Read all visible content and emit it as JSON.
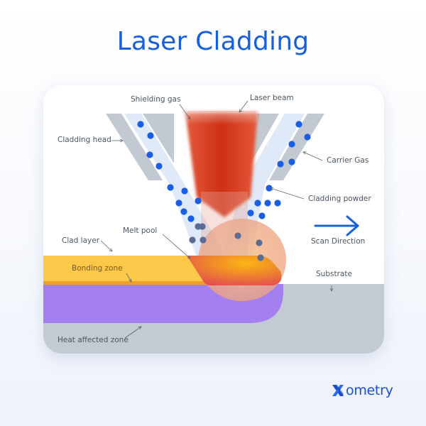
{
  "title": "Laser Cladding",
  "labels": {
    "shielding_gas": "Shielding gas",
    "laser_beam": "Laser beam",
    "cladding_head": "Cladding head",
    "carrier_gas": "Carrier Gas",
    "cladding_powder": "Cladding powder",
    "melt_pool": "Melt pool",
    "clad_layer": "Clad layer",
    "scan_direction": "Scan Direction",
    "bonding_zone": "Bonding zone",
    "substrate": "Substrate",
    "heat_affected_zone": "Heat affected zone"
  },
  "logo": {
    "brand": "ometry",
    "full_name": "Xometry",
    "mark": "X"
  },
  "colors": {
    "title": "#1660db",
    "laser": "#d8361f",
    "powder": "#1a5de6",
    "powder_in_pool": "#5a6c96",
    "gas_stream": "#dde8f8",
    "nozzle": "#c3c9d0",
    "clad_layer": "#fbc84a",
    "bonding_zone": "#f2a024",
    "heat_affected_zone": "#a37ff0",
    "substrate": "#c4cad1",
    "arrow": "#1660db",
    "logo": "#1c4fd0"
  },
  "icons": {
    "scan_arrow": "arrow-right-icon",
    "logo_mark": "xometry-x-icon"
  }
}
